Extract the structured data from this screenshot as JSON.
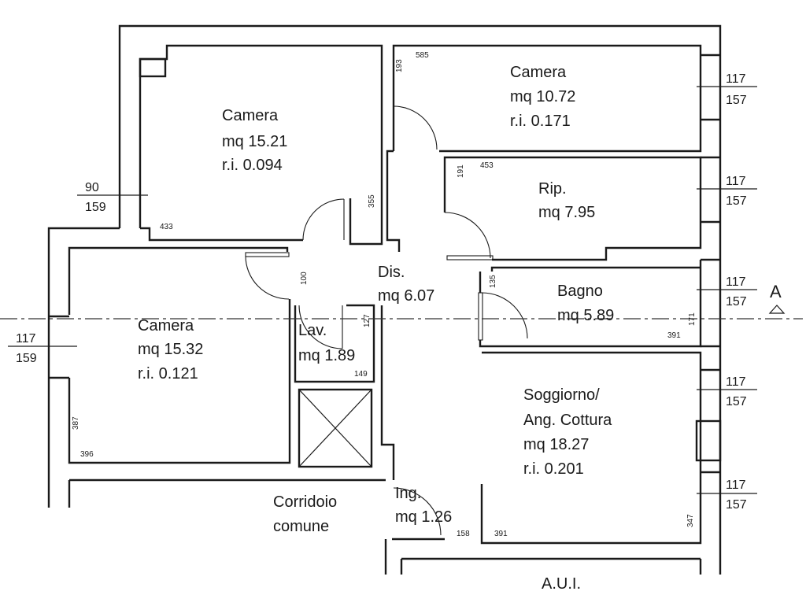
{
  "rooms": {
    "camera_ne": {
      "name": "Camera",
      "area": "mq 10.72",
      "ri": "r.i. 0.171"
    },
    "camera_nw": {
      "name": "Camera",
      "area": "mq 15.21",
      "ri": "r.i. 0.094"
    },
    "camera_w": {
      "name": "Camera",
      "area": "mq 15.32",
      "ri": "r.i. 0.121"
    },
    "rip": {
      "name": "Rip.",
      "area": "mq 7.95"
    },
    "dis": {
      "name": "Dis.",
      "area": "mq 6.07"
    },
    "bagno": {
      "name": "Bagno",
      "area": "mq 5.89"
    },
    "lav": {
      "name": "Lav.",
      "area": "mq 1.89"
    },
    "soggiorno": {
      "line1": "Soggiorno/",
      "line2": "Ang. Cottura",
      "area": "mq 18.27",
      "ri": "r.i. 0.201"
    },
    "ing": {
      "name": "Ing.",
      "area": "mq 1.26"
    },
    "corridoio": {
      "line1": "Corridoio",
      "line2": "comune"
    },
    "aui": {
      "name": "A.U.I."
    }
  },
  "windows": {
    "w1": {
      "top": "117",
      "bottom": "157"
    },
    "w2": {
      "top": "117",
      "bottom": "157"
    },
    "w3": {
      "top": "117",
      "bottom": "157"
    },
    "w4": {
      "top": "117",
      "bottom": "157"
    },
    "w5": {
      "top": "117",
      "bottom": "157"
    },
    "w6": {
      "top": "90",
      "bottom": "159"
    },
    "w7": {
      "top": "117",
      "bottom": "159"
    }
  },
  "dimensions": {
    "d193": "193",
    "d585": "585",
    "d191": "191",
    "d453": "453",
    "d355": "355",
    "d433": "433",
    "d100": "100",
    "d135": "135",
    "d127": "127",
    "d171": "171",
    "d391a": "391",
    "d149": "149",
    "d387": "387",
    "d396": "396",
    "d158": "158",
    "d391b": "391",
    "d347": "347"
  },
  "section_marker": "A"
}
